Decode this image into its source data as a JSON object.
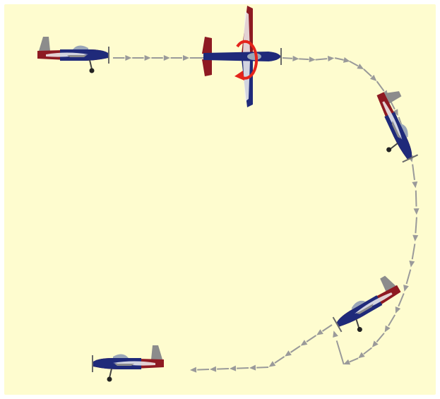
{
  "scene": {
    "background_color": "#fefccf",
    "path_color": "#9a9a9a",
    "roll_arrow_color": "#e4241b",
    "plane_colors": {
      "fuselage_red": "#8e1a22",
      "fuselage_blue": "#1f2a7a",
      "stripe_white": "#f2f2f2",
      "tail_gray": "#8c8c8c",
      "canopy": "#9aa6b8",
      "wheel": "#222222"
    },
    "planes": [
      {
        "view": "side",
        "heading": "right",
        "stage": "level-entry"
      },
      {
        "view": "top",
        "heading": "right",
        "stage": "roll",
        "roll_indicator": "circular-arrow-icon"
      },
      {
        "view": "side",
        "heading": "down-right",
        "stage": "inverted-turn"
      },
      {
        "view": "side",
        "heading": "down-left",
        "stage": "turn-exit"
      },
      {
        "view": "side",
        "heading": "left",
        "stage": "level-exit"
      }
    ]
  }
}
